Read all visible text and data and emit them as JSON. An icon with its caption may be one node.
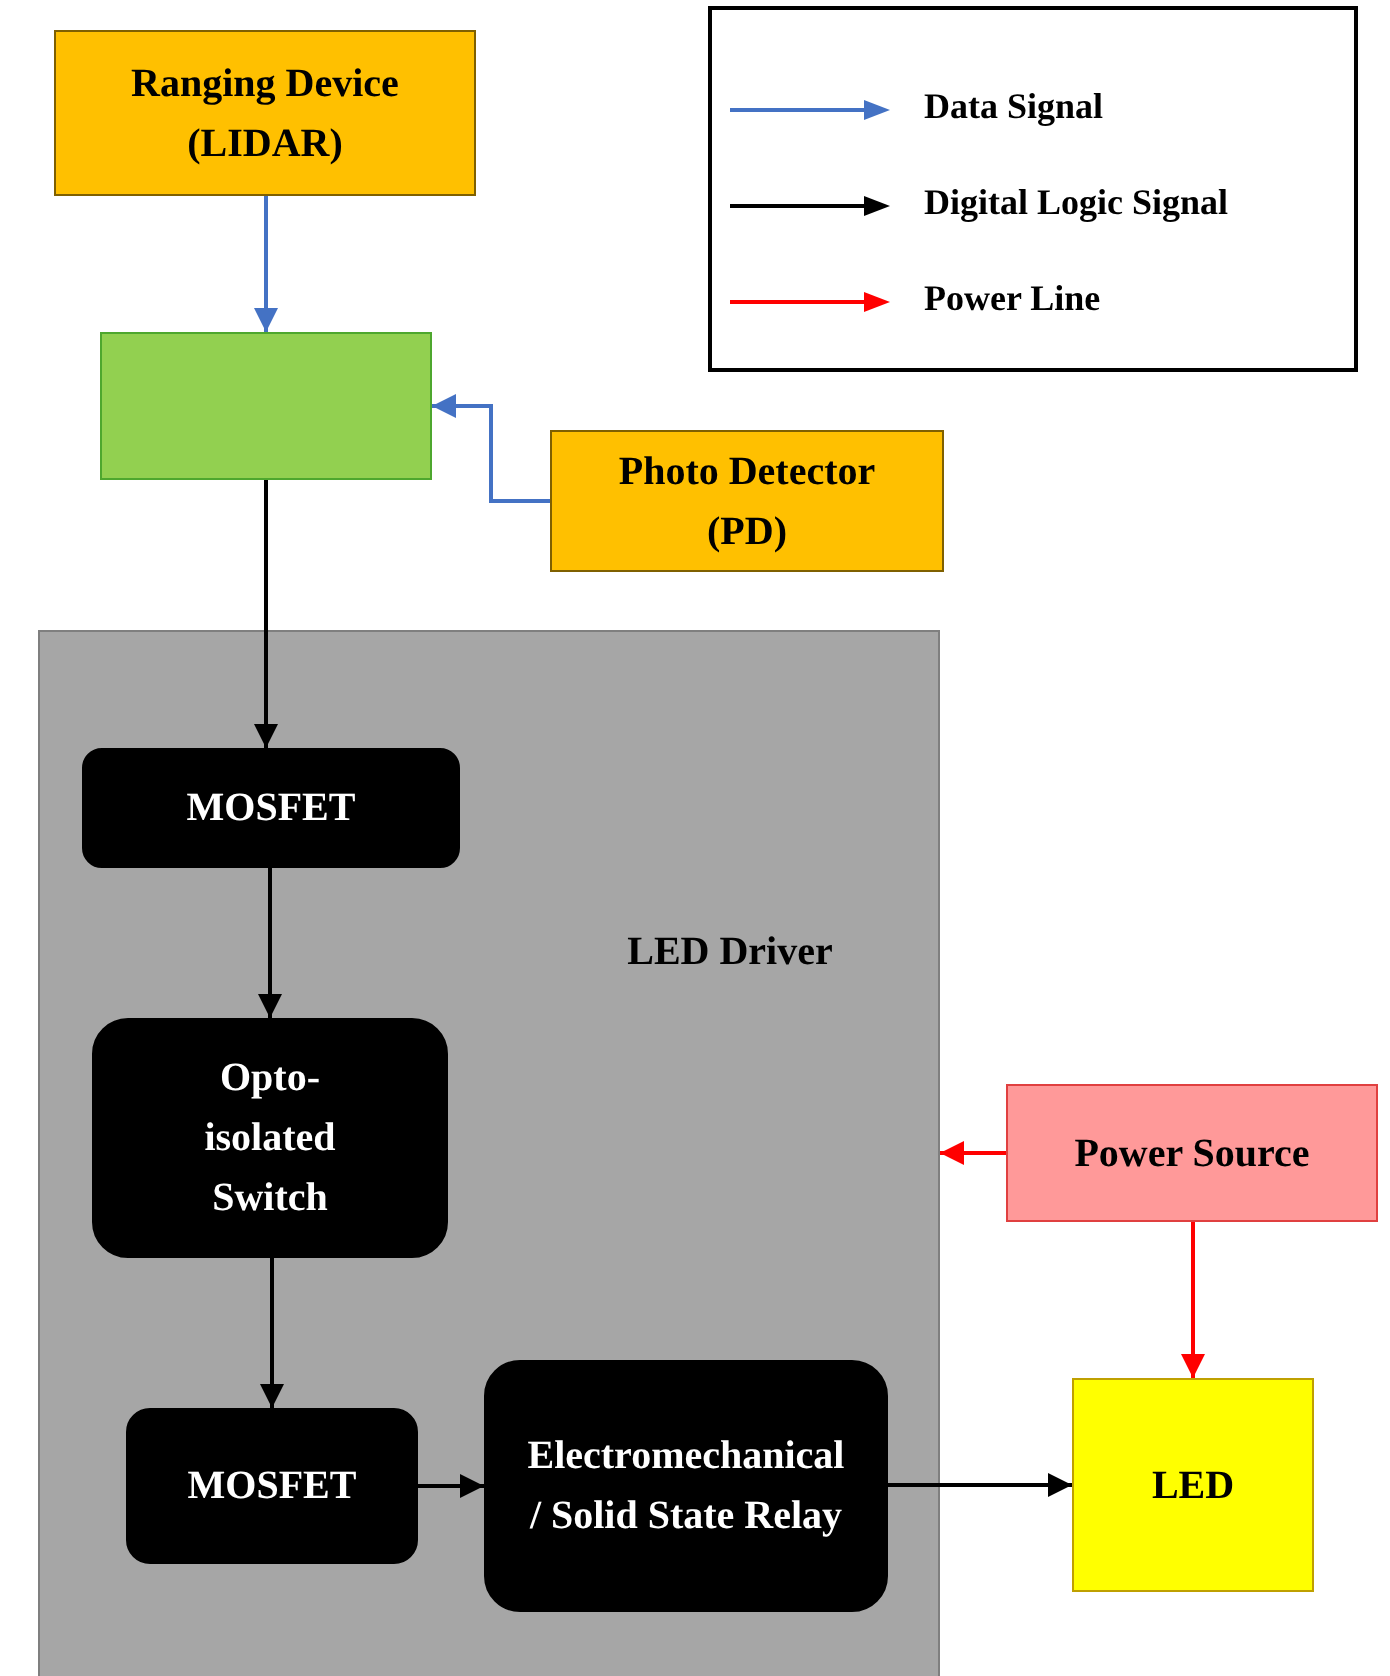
{
  "diagram": {
    "nodes": [
      {
        "text": [
          "Ranging Device (LIDAR)"
        ]
      },
      {
        "text": [],
        "shape": "box"
      },
      {
        "text": [
          "Photo Detector (PD)"
        ]
      },
      {
        "text": [
          "LED Driver"
        ]
      },
      {
        "text": [
          "MOSFET"
        ],
        "in": 3
      },
      {
        "text": [
          "Opto-isolated Switch"
        ],
        "in": 3
      },
      {
        "text": [
          "MOSFET"
        ],
        "in": 3
      },
      {
        "text": [
          "Electromechanical / Solid State Relay"
        ],
        "in": 3
      },
      {
        "text": [
          "Power Source"
        ]
      },
      {
        "text": [
          "LED"
        ]
      }
    ],
    "edges": [
      {
        "from": 0,
        "to": 1,
        "arrow": "to",
        "color": "#4472c4"
      },
      {
        "from": 2,
        "to": 1,
        "arrow": "to",
        "color": "#4472c4"
      },
      {
        "from": 1,
        "to": 4,
        "arrow": "to"
      },
      {
        "from": 4,
        "to": 5,
        "arrow": "to"
      },
      {
        "from": 5,
        "to": 6,
        "arrow": "to"
      },
      {
        "from": 6,
        "to": 7,
        "arrow": "to"
      },
      {
        "from": 7,
        "to": 9,
        "arrow": "to"
      },
      {
        "from": 8,
        "to": 3,
        "arrow": "to",
        "color": "#ff0000"
      },
      {
        "from": 8,
        "to": 9,
        "arrow": "to",
        "color": "#ff0000"
      }
    ],
    "legend": [
      {
        "text": "Data Signal"
      },
      {
        "text": "Digital Logic Signal"
      },
      {
        "text": "Power Line"
      }
    ]
  }
}
